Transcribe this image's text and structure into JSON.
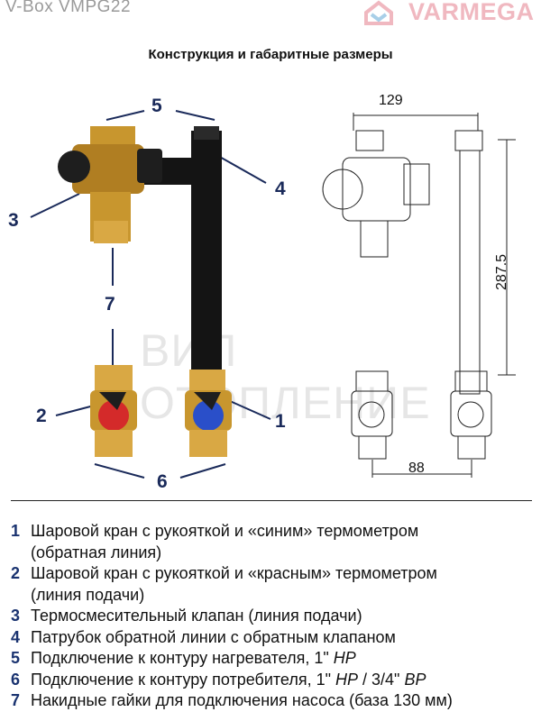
{
  "header": {
    "model": "V-Box VMPG22",
    "brand": "VARMEGA"
  },
  "title": "Конструкция и габаритные размеры",
  "watermark": "ВИП ОТОПЛЕНИЕ",
  "callouts": {
    "c1": "1",
    "c2": "2",
    "c3": "3",
    "c4": "4",
    "c5": "5",
    "c6": "6",
    "c7": "7"
  },
  "dimensions": {
    "width_top": "129",
    "height": "287.5",
    "width_bottom": "88"
  },
  "colors": {
    "accent": "#1a3370",
    "thermo_red": "#d42a2a",
    "thermo_blue": "#2a4fc9",
    "brass": "#c8962e"
  },
  "legend": [
    {
      "num": "1",
      "text": "Шаровой кран с рукояткой и «синим» термометром",
      "text2": "(обратная линия)"
    },
    {
      "num": "2",
      "text": "Шаровой кран с рукояткой и «красным» термометром",
      "text2": "(линия подачи)"
    },
    {
      "num": "3",
      "text": "Термосмесительный клапан (линия подачи)"
    },
    {
      "num": "4",
      "text": "Патрубок обратной линии с обратным клапаном"
    },
    {
      "num": "5",
      "text": "Подключение к контуру нагревателя, 1\" ",
      "italic": "НР"
    },
    {
      "num": "6",
      "text": "Подключение к контуру потребителя, 1\" ",
      "italic": "НР",
      "mid": " / 3/4\" ",
      "italic2": "ВР"
    },
    {
      "num": "7",
      "text": "Накидные гайки для подключения насоса (база 130 мм)"
    }
  ]
}
